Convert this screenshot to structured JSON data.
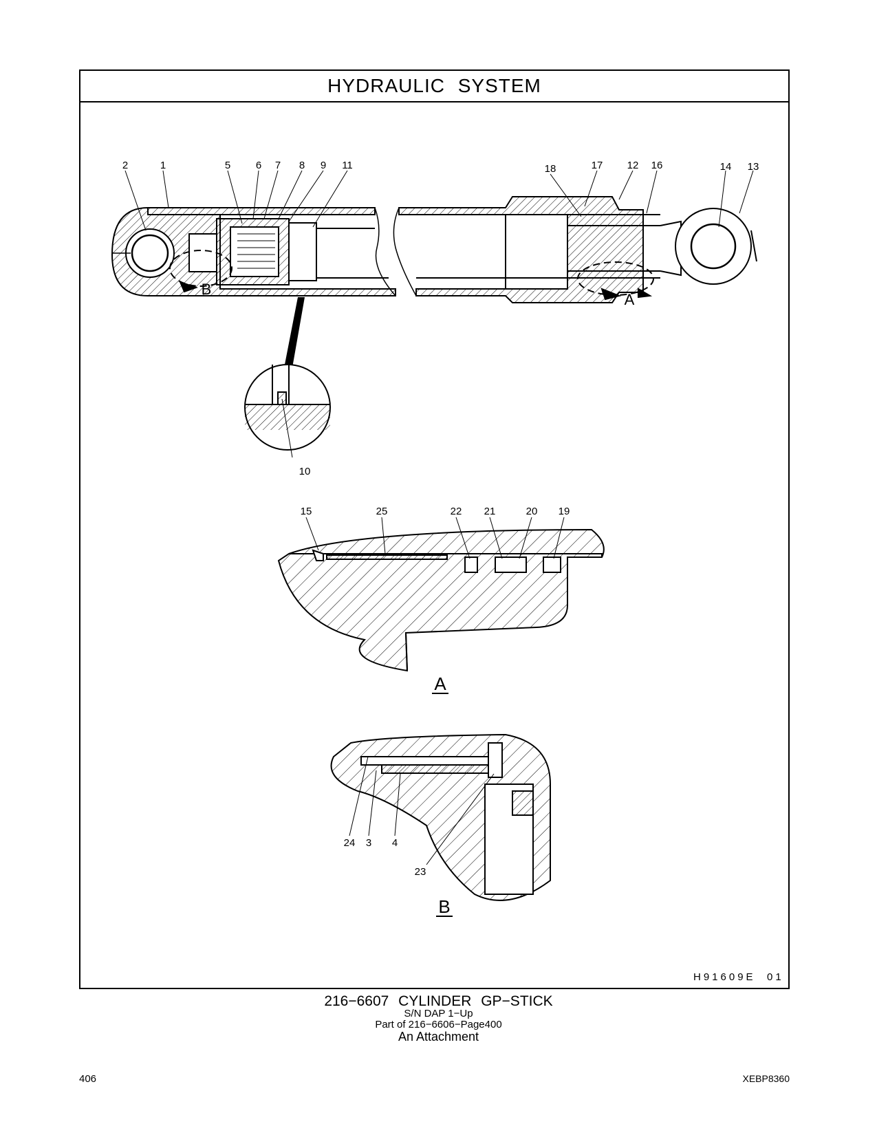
{
  "header": {
    "title": "HYDRAULIC  SYSTEM"
  },
  "drawing": {
    "id": "H91609E",
    "rev": "01",
    "views": {
      "a": "A",
      "b": "B"
    }
  },
  "callouts": {
    "main": [
      "2",
      "1",
      "5",
      "6",
      "7",
      "8",
      "9",
      "11",
      "18",
      "17",
      "12",
      "16",
      "14",
      "13",
      "10"
    ],
    "view_a": [
      "15",
      "25",
      "22",
      "21",
      "20",
      "19"
    ],
    "view_b": [
      "24",
      "3",
      "4",
      "23"
    ]
  },
  "caption": {
    "part": "216−6607   CYLINDER  GP−STICK",
    "serial": "S/N DAP 1−Up",
    "parent": "Part of 216−6606−Page400",
    "note": "An Attachment"
  },
  "footer": {
    "page": "406",
    "doc": "XEBP8360"
  }
}
